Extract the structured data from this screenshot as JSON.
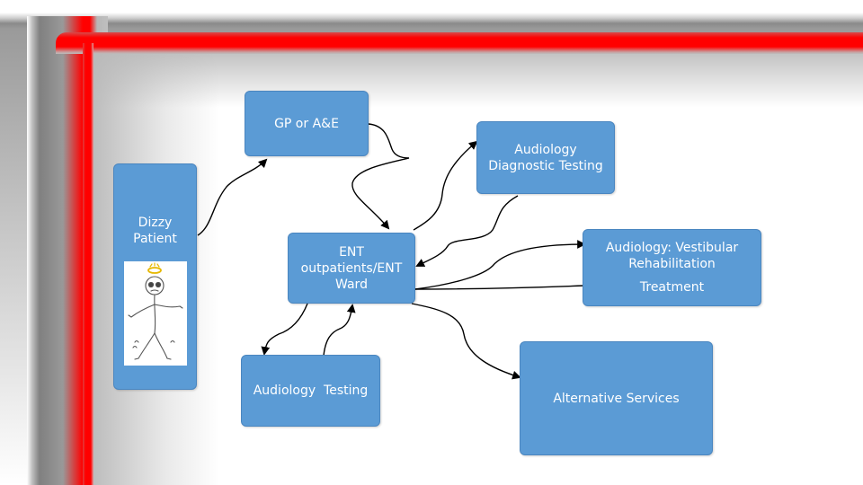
{
  "diagram": {
    "nodes": {
      "dizzy_patient": {
        "lines": [
          "Dizzy",
          "Patient"
        ]
      },
      "gp_ae": {
        "lines": [
          "GP or A&E"
        ]
      },
      "ent": {
        "lines": [
          "ENT",
          "outpatients/ENT",
          "Ward"
        ]
      },
      "audiology_diagnostic": {
        "lines": [
          "Audiology",
          "Diagnostic Testing"
        ]
      },
      "vestibular": {
        "lines": [
          "Audiology: Vestibular",
          "Rehabilitation",
          "Treatment"
        ]
      },
      "audiology_testing": {
        "lines": [
          "Audiology  Testing"
        ]
      },
      "alternative": {
        "lines": [
          "Alternative Services"
        ]
      }
    },
    "colors": {
      "node_fill": "#5b9bd5",
      "node_text": "#ffffff",
      "frame_accent": "#ff0000",
      "arrow": "#000000"
    },
    "icons": {
      "patient_avatar": "dizzy-stick-figure-icon"
    }
  }
}
